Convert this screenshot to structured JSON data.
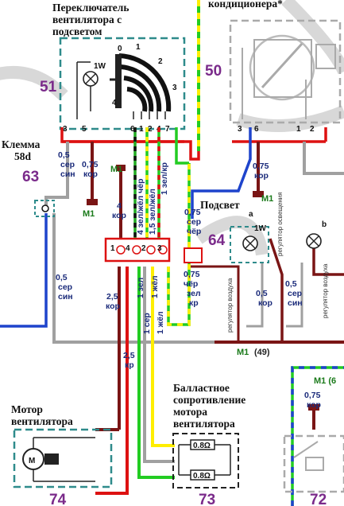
{
  "header_switch": [
    "Переключатель",
    "вентилятора с",
    "подсветом"
  ],
  "header_ac": "кондиционера*",
  "switch_positions": [
    "0",
    "1",
    "2",
    "3",
    "4"
  ],
  "lamp_power": "1W",
  "components": {
    "c51": "51",
    "c50": "50",
    "c63": "63",
    "c64": "64",
    "c74": "74",
    "c73": "73",
    "c72": "72"
  },
  "klemma": [
    "Клемма",
    "58d"
  ],
  "podsvet": "Подсвет",
  "motor_label": [
    "Мотор",
    "вентилятора"
  ],
  "ballast_label": [
    "Балластное",
    "сопротивление",
    "мотора",
    "вентилятора"
  ],
  "resistor_value": "0.8Ω",
  "ground": "M1",
  "ground_49": "(49)",
  "pins_switch": [
    "3",
    "5",
    "6",
    "1",
    "2",
    "4",
    "7"
  ],
  "pins_ac": [
    "3",
    "6",
    "1",
    "2"
  ],
  "pins_connector": [
    "1",
    "4",
    "2",
    "3"
  ],
  "lamp_letters": [
    "a",
    "b"
  ],
  "small_texts": {
    "reg_illum": "регулятор освещения",
    "reg_air": "регулятор воздуха"
  },
  "wires": {
    "w1": [
      "0,5",
      "сер",
      "син"
    ],
    "w2": [
      "0,75",
      "кор"
    ],
    "w3": [
      "4",
      "кор"
    ],
    "w4": [
      "4 зел/жёл чёр"
    ],
    "w5": [
      "1,5 зел/жёл"
    ],
    "w6": [
      "1 зел/кр"
    ],
    "w7": [
      "0,75",
      "кор"
    ],
    "w8": [
      "0,75",
      "сер",
      "чёр"
    ],
    "w9": [
      "0,75",
      "чёр",
      "зел",
      "кр"
    ],
    "w10": [
      "0,5",
      "сер",
      "син"
    ],
    "w11": [
      "2,5",
      "кор"
    ],
    "w12": [
      "1 зел"
    ],
    "w13": [
      "1 жёл"
    ],
    "w14": [
      "1 сер"
    ],
    "w15": [
      "1 жёл"
    ],
    "w16": [
      "2,5",
      "кр"
    ],
    "w17": [
      "0,5",
      "кор"
    ],
    "w18": [
      "0,5",
      "сер",
      "син"
    ],
    "w19": [
      "0,75",
      "кор"
    ],
    "w20": [
      "M1 (6"
    ]
  }
}
